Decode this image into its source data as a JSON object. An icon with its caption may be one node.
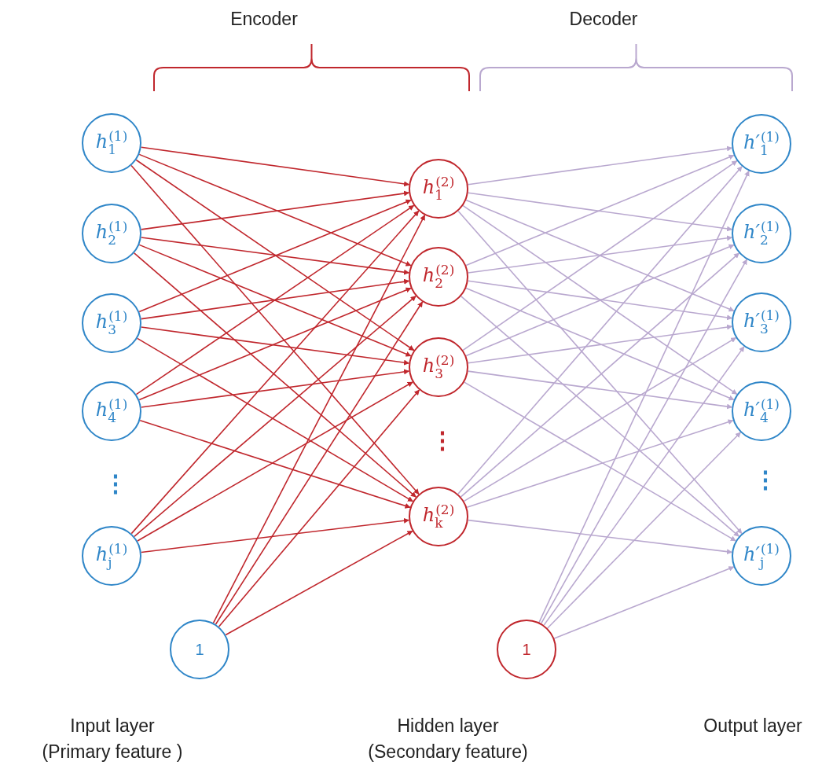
{
  "diagram": {
    "nodes": [
      {
        "text": [
          "*h*$_{1}$$^{(1)}$"
        ]
      },
      {
        "text": [
          "*h*$_{2}$$^{(1)}$"
        ]
      },
      {
        "text": [
          "*h*$_{3}$$^{(1)}$"
        ]
      },
      {
        "text": [
          "*h*$_{4}$$^{(1)}$"
        ]
      },
      {
        "text": [
          "*h*$_{j}$$^{(1)}$"
        ]
      },
      {
        "text": [
          "1"
        ]
      },
      {
        "text": [
          "*h*$_{1}$$^{(2)}$"
        ]
      },
      {
        "text": [
          "*h*$_{2}$$^{(2)}$"
        ]
      },
      {
        "text": [
          "*h*$_{3}$$^{(2)}$"
        ]
      },
      {
        "text": [
          "*h*$_{k}$$^{(2)}$"
        ]
      },
      {
        "text": [
          "1"
        ]
      },
      {
        "text": [
          "*h′*$_{1}$$^{(1)}$"
        ]
      },
      {
        "text": [
          "*h′*$_{2}$$^{(1)}$"
        ]
      },
      {
        "text": [
          "*h′*$_{3}$$^{(1)}$"
        ]
      },
      {
        "text": [
          "*h′*$_{4}$$^{(1)}$"
        ]
      },
      {
        "text": [
          "*h′*$_{j}$$^{(1)}$"
        ]
      }
    ],
    "edges": [
      {
        "from": 0,
        "to": 6,
        "arrow": "to",
        "color": "#c0272d"
      },
      {
        "from": 0,
        "to": 7,
        "arrow": "to",
        "color": "#c0272d"
      },
      {
        "from": 0,
        "to": 8,
        "arrow": "to",
        "color": "#c0272d"
      },
      {
        "from": 0,
        "to": 9,
        "arrow": "to",
        "color": "#c0272d"
      },
      {
        "from": 1,
        "to": 6,
        "arrow": "to",
        "color": "#c0272d"
      },
      {
        "from": 1,
        "to": 7,
        "arrow": "to",
        "color": "#c0272d"
      },
      {
        "from": 1,
        "to": 8,
        "arrow": "to",
        "color": "#c0272d"
      },
      {
        "from": 1,
        "to": 9,
        "arrow": "to",
        "color": "#c0272d"
      },
      {
        "from": 2,
        "to": 6,
        "arrow": "to",
        "color": "#c0272d"
      },
      {
        "from": 2,
        "to": 7,
        "arrow": "to",
        "color": "#c0272d"
      },
      {
        "from": 2,
        "to": 8,
        "arrow": "to",
        "color": "#c0272d"
      },
      {
        "from": 2,
        "to": 9,
        "arrow": "to",
        "color": "#c0272d"
      },
      {
        "from": 3,
        "to": 6,
        "arrow": "to",
        "color": "#c0272d"
      },
      {
        "from": 3,
        "to": 7,
        "arrow": "to",
        "color": "#c0272d"
      },
      {
        "from": 3,
        "to": 8,
        "arrow": "to",
        "color": "#c0272d"
      },
      {
        "from": 3,
        "to": 9,
        "arrow": "to",
        "color": "#c0272d"
      },
      {
        "from": 4,
        "to": 6,
        "arrow": "to",
        "color": "#c0272d"
      },
      {
        "from": 4,
        "to": 7,
        "arrow": "to",
        "color": "#c0272d"
      },
      {
        "from": 4,
        "to": 8,
        "arrow": "to",
        "color": "#c0272d"
      },
      {
        "from": 4,
        "to": 9,
        "arrow": "to",
        "color": "#c0272d"
      },
      {
        "from": 5,
        "to": 6,
        "arrow": "to",
        "color": "#c0272d"
      },
      {
        "from": 5,
        "to": 7,
        "arrow": "to",
        "color": "#c0272d"
      },
      {
        "from": 5,
        "to": 8,
        "arrow": "to",
        "color": "#c0272d"
      },
      {
        "from": 5,
        "to": 9,
        "arrow": "to",
        "color": "#c0272d"
      },
      {
        "from": 6,
        "to": 11,
        "arrow": "to"
      },
      {
        "from": 6,
        "to": 12,
        "arrow": "to"
      },
      {
        "from": 6,
        "to": 13,
        "arrow": "to"
      },
      {
        "from": 6,
        "to": 14,
        "arrow": "to"
      },
      {
        "from": 6,
        "to": 15,
        "arrow": "to"
      },
      {
        "from": 7,
        "to": 11,
        "arrow": "to"
      },
      {
        "from": 7,
        "to": 12,
        "arrow": "to"
      },
      {
        "from": 7,
        "to": 13,
        "arrow": "to"
      },
      {
        "from": 7,
        "to": 14,
        "arrow": "to"
      },
      {
        "from": 7,
        "to": 15,
        "arrow": "to"
      },
      {
        "from": 8,
        "to": 11,
        "arrow": "to"
      },
      {
        "from": 8,
        "to": 12,
        "arrow": "to"
      },
      {
        "from": 8,
        "to": 13,
        "arrow": "to"
      },
      {
        "from": 8,
        "to": 14,
        "arrow": "to"
      },
      {
        "from": 8,
        "to": 15,
        "arrow": "to"
      },
      {
        "from": 9,
        "to": 11,
        "arrow": "to"
      },
      {
        "from": 9,
        "to": 12,
        "arrow": "to"
      },
      {
        "from": 9,
        "to": 13,
        "arrow": "to"
      },
      {
        "from": 9,
        "to": 14,
        "arrow": "to"
      },
      {
        "from": 9,
        "to": 15,
        "arrow": "to"
      },
      {
        "from": 10,
        "to": 11,
        "arrow": "to"
      },
      {
        "from": 10,
        "to": 12,
        "arrow": "to"
      },
      {
        "from": 10,
        "to": 13,
        "arrow": "to"
      },
      {
        "from": 10,
        "to": 14,
        "arrow": "to"
      },
      {
        "from": 10,
        "to": 15,
        "arrow": "to"
      }
    ],
    "labels": [
      "Encoder",
      "Decoder",
      "⋮",
      "⋮",
      "⋮",
      "Input layer (Primary feature )",
      "Hidden layer (Secondary feature)",
      "Output layer"
    ]
  }
}
